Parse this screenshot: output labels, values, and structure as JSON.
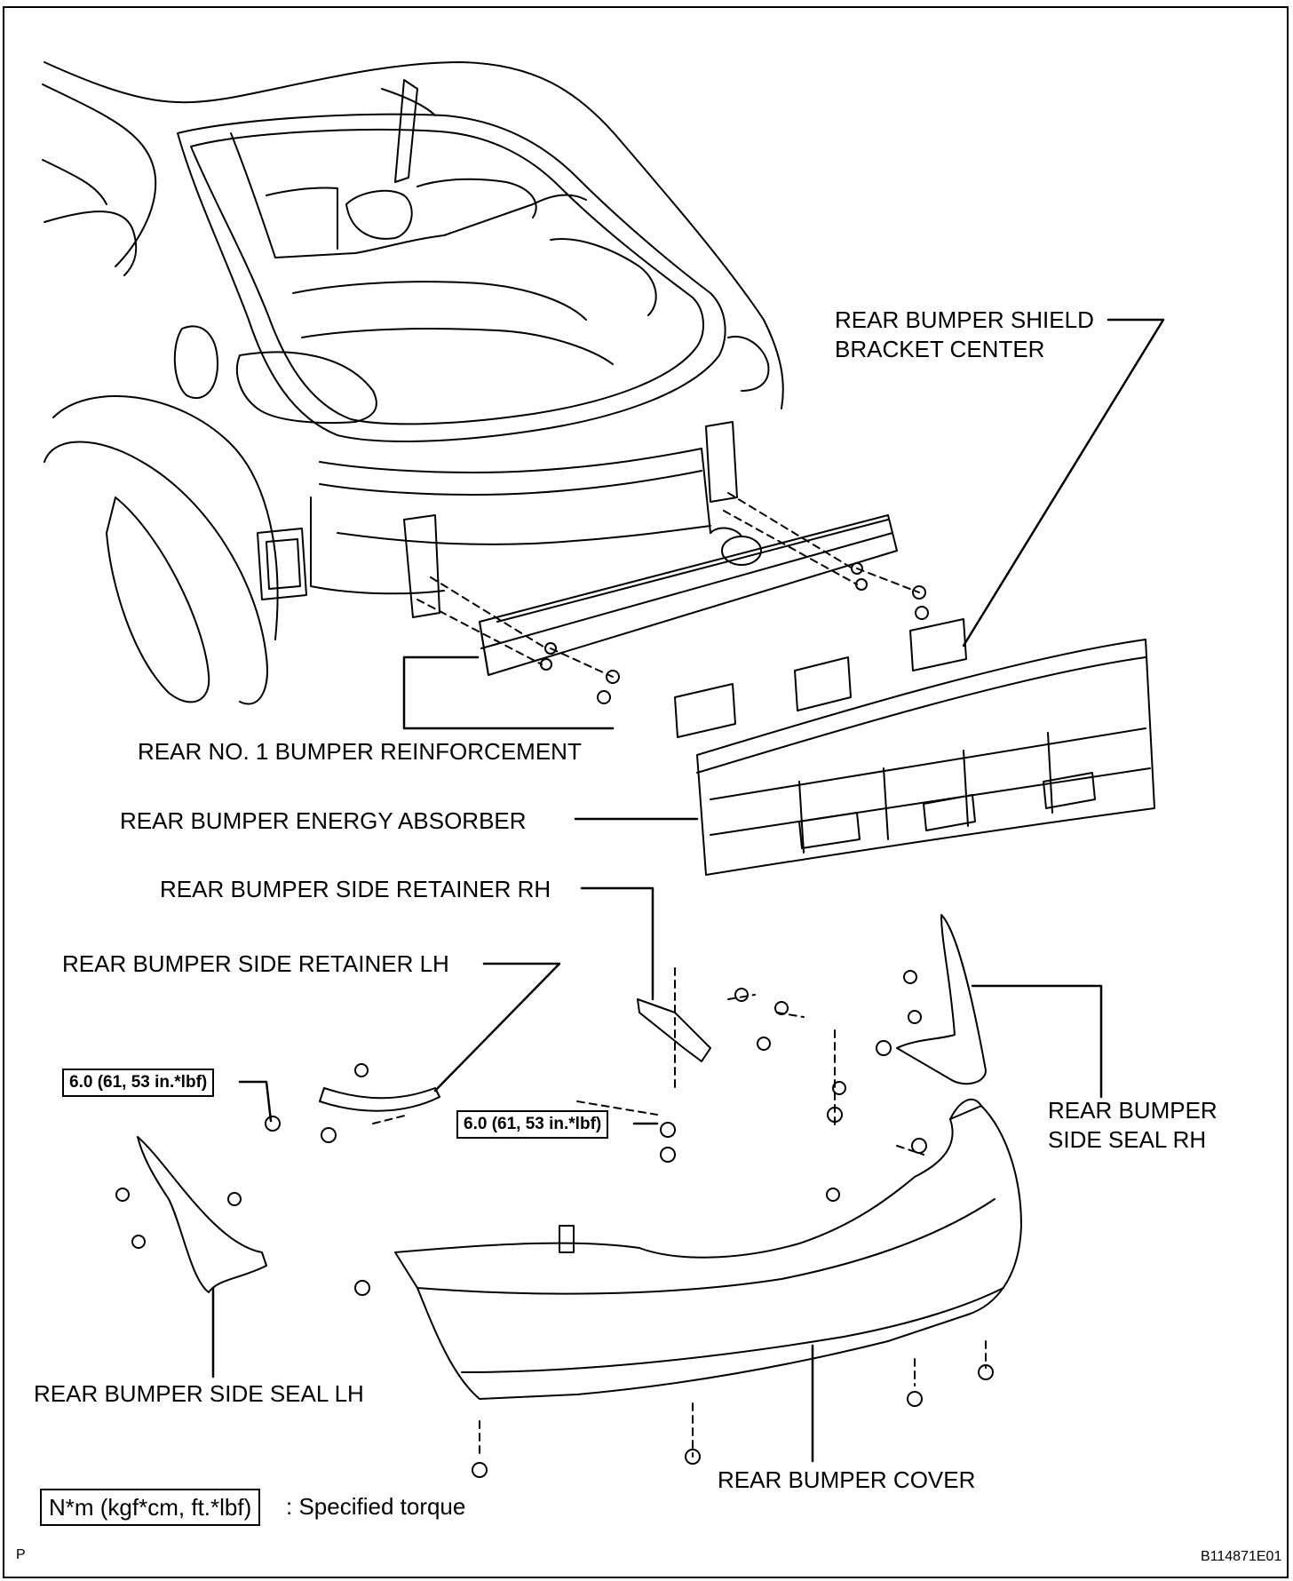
{
  "labels": {
    "shield_bracket_1": "REAR BUMPER SHIELD",
    "shield_bracket_2": "BRACKET CENTER",
    "reinforcement": "REAR NO. 1 BUMPER REINFORCEMENT",
    "energy_absorber": "REAR BUMPER ENERGY ABSORBER",
    "side_retainer_rh": "REAR BUMPER SIDE RETAINER RH",
    "side_retainer_lh": "REAR BUMPER SIDE RETAINER LH",
    "side_seal_rh_1": "REAR BUMPER",
    "side_seal_rh_2": "SIDE SEAL RH",
    "side_seal_lh": "REAR BUMPER SIDE SEAL LH",
    "bumper_cover": "REAR BUMPER COVER"
  },
  "torque": {
    "retainer_lh": "6.0 (61, 53 in.*lbf)",
    "cover": "6.0 (61, 53 in.*lbf)"
  },
  "legend": {
    "unit": "N*m (kgf*cm, ft.*lbf)",
    "description": ": Specified torque"
  },
  "footer": {
    "left": "P",
    "code": "B114871E01"
  }
}
